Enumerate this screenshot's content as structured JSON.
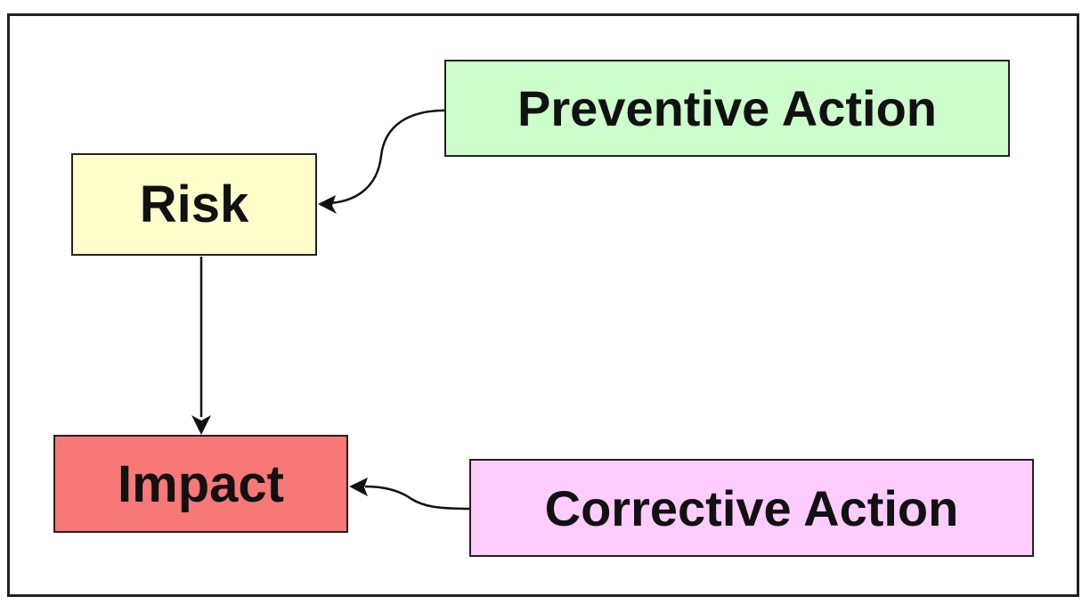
{
  "nodes": {
    "risk": {
      "label": "Risk",
      "color": "#ffffcc"
    },
    "preventive": {
      "label": "Preventive Action",
      "color": "#ccffcc"
    },
    "impact": {
      "label": "Impact",
      "color": "#f87878"
    },
    "corrective": {
      "label": "Corrective Action",
      "color": "#ffccff"
    }
  },
  "edges": [
    {
      "from": "preventive",
      "to": "risk"
    },
    {
      "from": "risk",
      "to": "impact"
    },
    {
      "from": "corrective",
      "to": "impact"
    }
  ],
  "colors": {
    "stroke": "#111111",
    "border": "#222222"
  }
}
